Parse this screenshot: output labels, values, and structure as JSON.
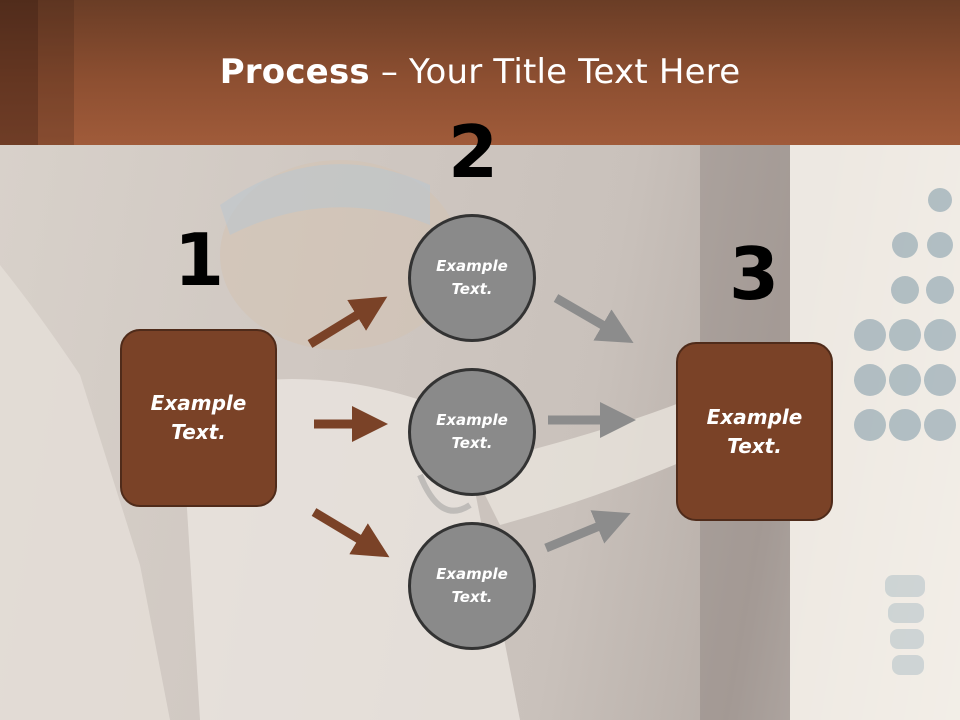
{
  "slide": {
    "title_bold": "Process",
    "title_rest": " – Your Title Text Here"
  },
  "steps": [
    {
      "number": "1",
      "text_line1": "Example",
      "text_line2": "Text."
    },
    {
      "number": "2"
    },
    {
      "number": "3",
      "text_line1": "Example",
      "text_line2": "Text."
    }
  ],
  "circles": [
    {
      "text_line1": "Example",
      "text_line2": "Text."
    },
    {
      "text_line1": "Example",
      "text_line2": "Text."
    },
    {
      "text_line1": "Example",
      "text_line2": "Text."
    }
  ],
  "colors": {
    "header": "#8d4f31",
    "box_fill": "#7a4227",
    "brown_arrow": "#7a4227",
    "gray_arrow": "#8c8c8c",
    "circle_fill": "#8a8a8a"
  }
}
